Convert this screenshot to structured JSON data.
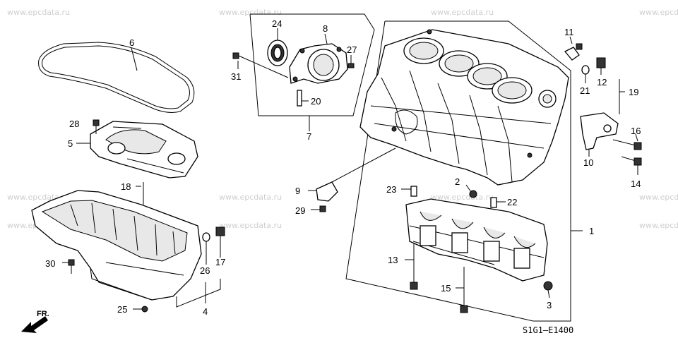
{
  "watermark": "www.epcdata.ru",
  "diagram_code": "S1G1—E1400",
  "front_label": "FR.",
  "callouts": {
    "c1": "1",
    "c2": "2",
    "c3": "3",
    "c4": "4",
    "c5": "5",
    "c6": "6",
    "c7": "7",
    "c8": "8",
    "c9": "9",
    "c10": "10",
    "c11": "11",
    "c12": "12",
    "c13": "13",
    "c14": "14",
    "c15": "15",
    "c16": "16",
    "c17": "17",
    "c18": "18",
    "c19": "19",
    "c20": "20",
    "c21": "21",
    "c22": "22",
    "c23": "23",
    "c24": "24",
    "c25": "25",
    "c26": "26",
    "c27": "27",
    "c28": "28",
    "c29": "29",
    "c30": "30",
    "c31": "31"
  }
}
